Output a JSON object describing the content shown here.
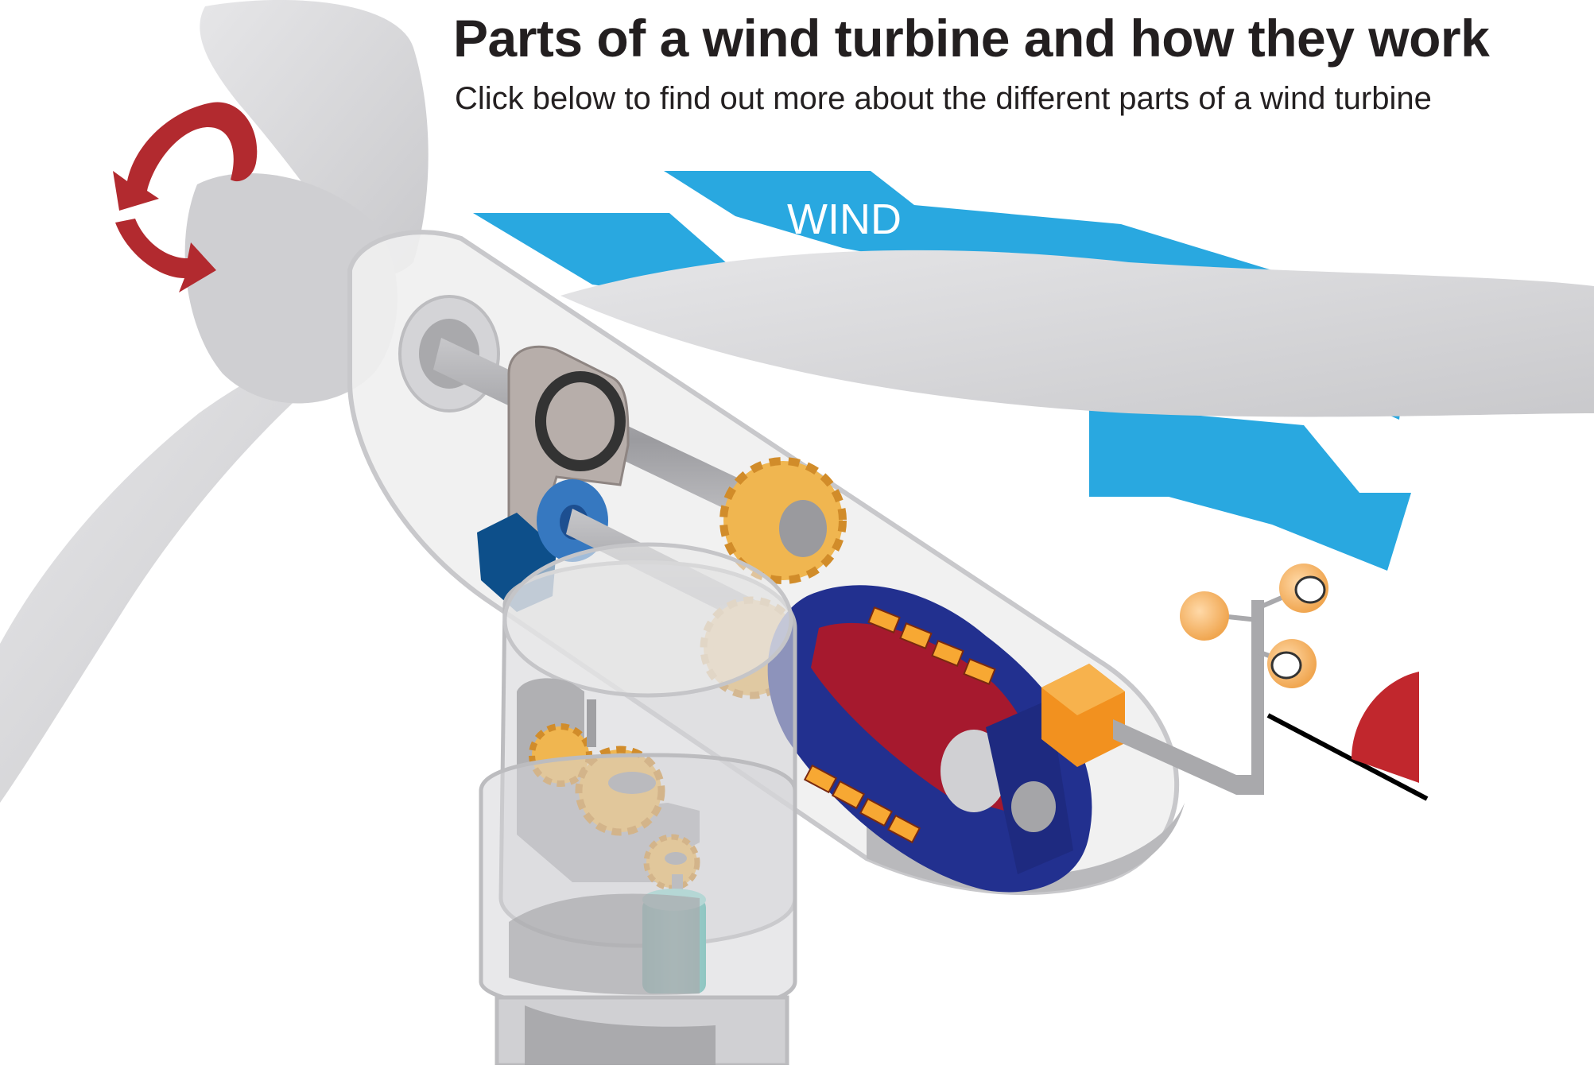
{
  "header": {
    "title": "Parts of a wind turbine and how they work",
    "subtitle": "Click below to find out more about the different parts of a wind turbine"
  },
  "wind": {
    "label": "WIND"
  },
  "colors": {
    "wind": "#29a8e0",
    "blade": "#d9d9db",
    "rotation_arrow": "#b22a2f",
    "gear": "#f0b650",
    "generator_housing": "#22308f",
    "generator_coil": "#a6192e",
    "yaw_motor": "#47b9ae",
    "brake": "#0d4f8a",
    "controller": "#f2911f",
    "vane": "#c1272d"
  }
}
